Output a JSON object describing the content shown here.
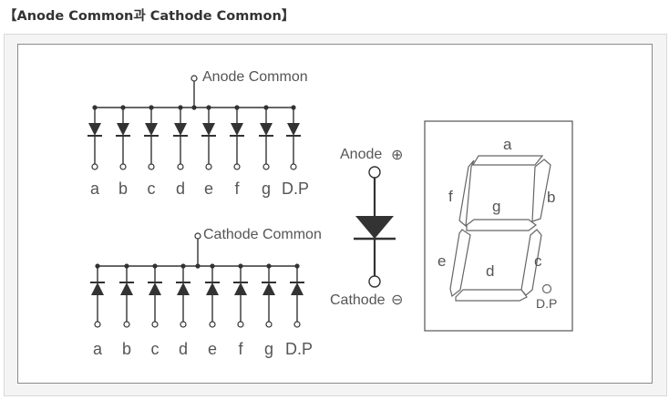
{
  "title": "【Anode Common과 Cathode Common】",
  "anode_common": {
    "label": "Anode Common",
    "pins": [
      "a",
      "b",
      "c",
      "d",
      "e",
      "f",
      "g",
      "D.P"
    ]
  },
  "cathode_common": {
    "label": "Cathode Common",
    "pins": [
      "a",
      "b",
      "c",
      "d",
      "e",
      "f",
      "g",
      "D.P"
    ]
  },
  "diode_symbol": {
    "anode_label": "Anode",
    "anode_sign": "⊕",
    "cathode_label": "Cathode",
    "cathode_sign": "⊖"
  },
  "seven_segment": {
    "segments": [
      "a",
      "b",
      "c",
      "d",
      "e",
      "f",
      "g"
    ],
    "dp_label": "D.P"
  }
}
